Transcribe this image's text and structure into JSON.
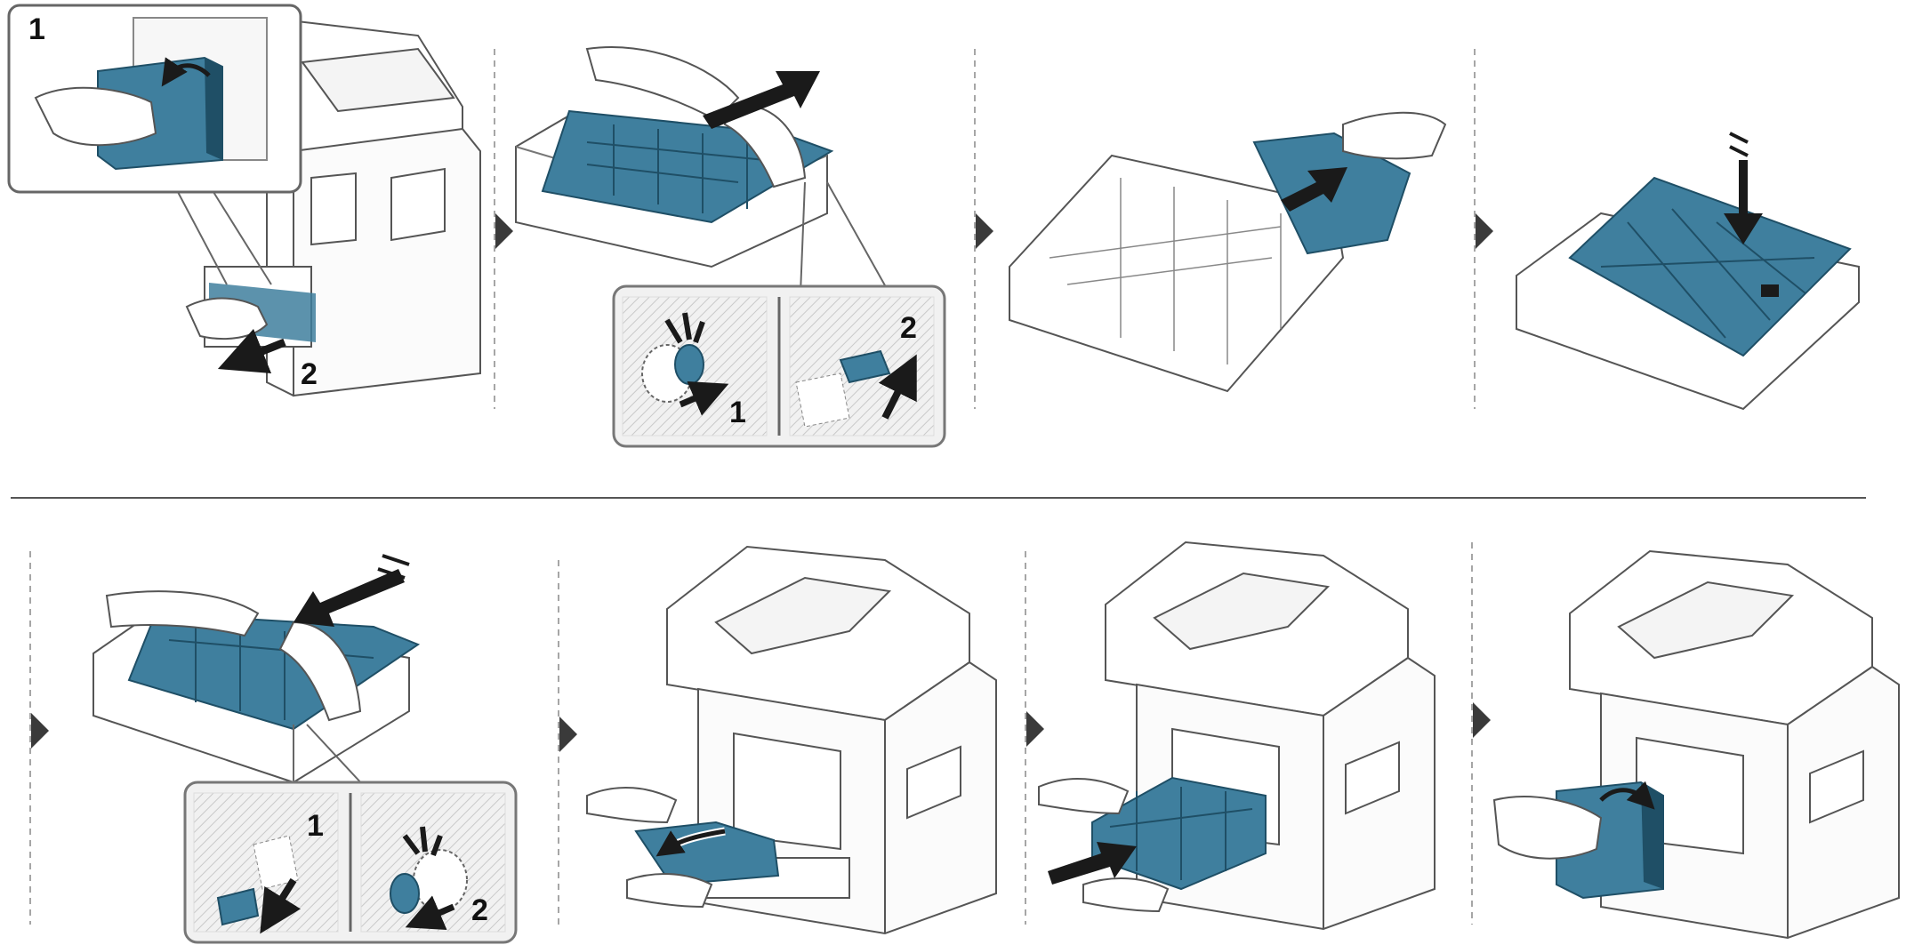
{
  "colors": {
    "accent": "#3f7f9e",
    "accent_dark": "#1f4f66",
    "line": "#555555",
    "arrow": "#1a1a1a"
  },
  "icons": {
    "step_marker": "triangle-right-icon",
    "direction": "arrow-icon",
    "impact": "burst-icon"
  },
  "steps": [
    {
      "labels": [
        "1",
        "2"
      ]
    },
    {
      "labels": [
        "1",
        "2"
      ]
    },
    {
      "labels": []
    },
    {
      "labels": []
    },
    {
      "labels": [
        "1",
        "2"
      ]
    },
    {
      "labels": []
    },
    {
      "labels": []
    },
    {
      "labels": []
    }
  ]
}
